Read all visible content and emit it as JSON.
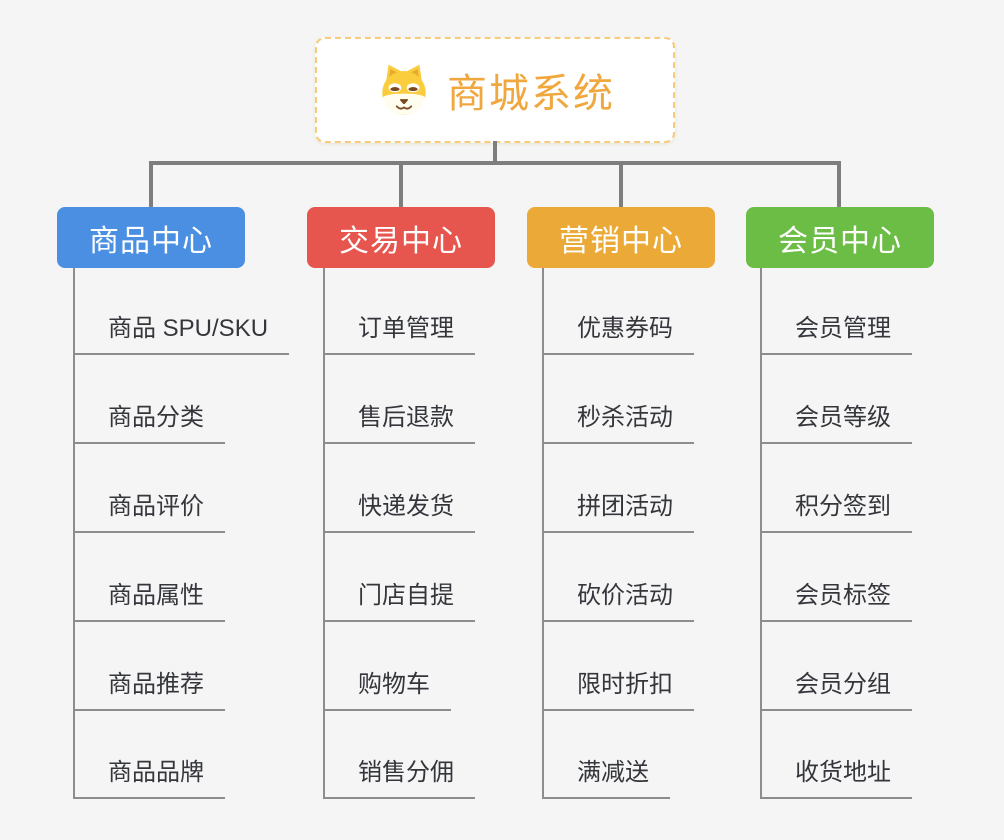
{
  "canvas": {
    "background_color": "#f5f5f5",
    "connector_color": "#7e7e7e",
    "child_line_color": "#8d8d8d",
    "child_text_color": "#34363b"
  },
  "root": {
    "title": "商城系统",
    "icon": "dog-face-icon",
    "text_color": "#f0a73e",
    "border_color": "#f8cb7c",
    "background_color": "#ffffff"
  },
  "branches": [
    {
      "label": "商品中心",
      "color": "#4a8fe2",
      "children": [
        "商品 SPU/SKU",
        "商品分类",
        "商品评价",
        "商品属性",
        "商品推荐",
        "商品品牌"
      ]
    },
    {
      "label": "交易中心",
      "color": "#e6564f",
      "children": [
        "订单管理",
        "售后退款",
        "快递发货",
        "门店自提",
        "购物车",
        "销售分佣"
      ]
    },
    {
      "label": "营销中心",
      "color": "#ebaa37",
      "children": [
        "优惠券码",
        "秒杀活动",
        "拼团活动",
        "砍价活动",
        "限时折扣",
        "满减送"
      ]
    },
    {
      "label": "会员中心",
      "color": "#6cbd45",
      "children": [
        "会员管理",
        "会员等级",
        "积分签到",
        "会员标签",
        "会员分组",
        "收货地址"
      ]
    }
  ]
}
